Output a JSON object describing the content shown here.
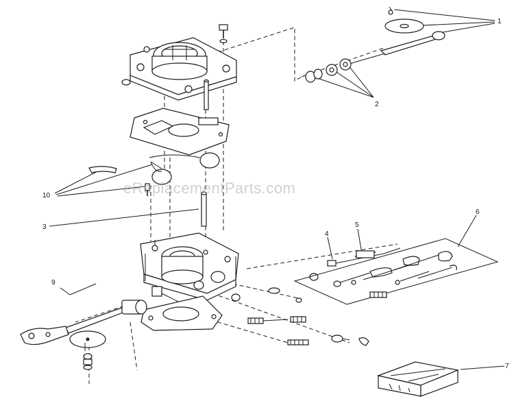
{
  "watermark": "eReplacementParts.com",
  "callouts": {
    "c1": "1",
    "c2": "2",
    "c3": "3",
    "c4": "4",
    "c5": "5",
    "c6": "6",
    "c7": "7",
    "c9": "9",
    "c10": "10"
  }
}
